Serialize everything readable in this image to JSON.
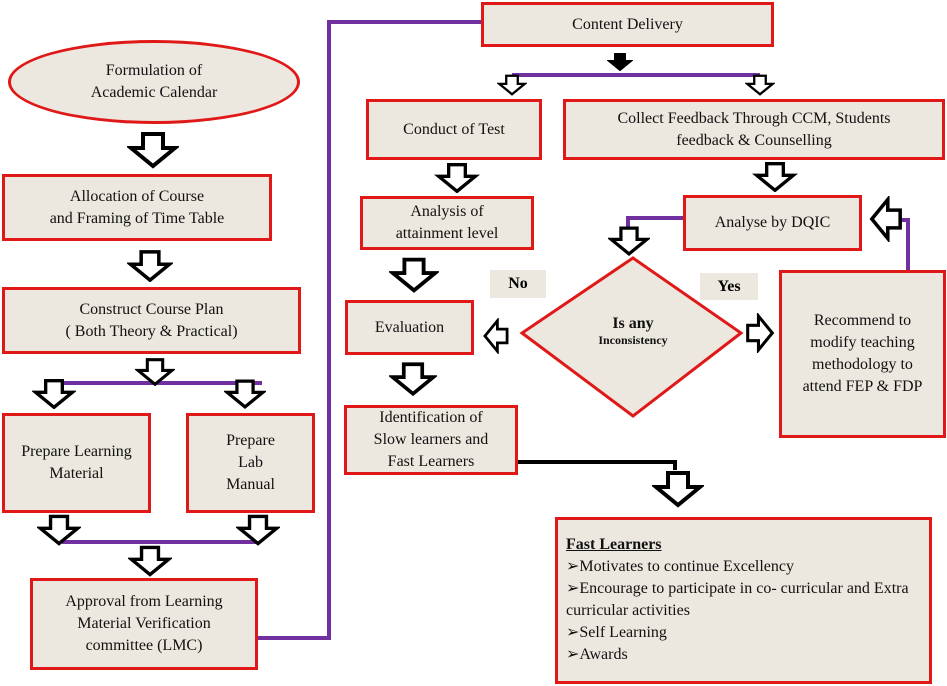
{
  "colors": {
    "box_fill": "#ece8df",
    "box_border": "#e01818",
    "connector": "#7030a0"
  },
  "nodes": {
    "formulation": "Formulation of\nAcademic Calendar",
    "allocation": "Allocation of Course\nand  Framing of Time Table",
    "construct": "Construct Course Plan\n( Both Theory & Practical)",
    "learning_material": "Prepare Learning\nMaterial",
    "lab_manual": "Prepare\nLab\nManual",
    "approval": "Approval from Learning\nMaterial Verification\ncommittee (LMC)",
    "content_delivery": "Content Delivery",
    "conduct_test": "Conduct  of Test",
    "collect_feedback": "Collect Feedback Through  CCM, Students\nfeedback & Counselling",
    "analysis_attainment": "Analysis  of\nattainment  level",
    "analyse_dqic": "Analyse   by DQIC",
    "evaluation": "Evaluation",
    "recommend": "Recommend to\nmodify teaching\nmethodology to\nattend  FEP & FDP",
    "identification": "Identification   of\nSlow learners and\nFast Learners"
  },
  "decision": {
    "line1": "Is  any",
    "line2": "Inconsistency",
    "no_label": "No",
    "yes_label": "Yes"
  },
  "fast_learners": {
    "title": "Fast Learners",
    "items": [
      "Motivates to continue Excellency",
      "Encourage to participate in co- curricular and Extra curricular activities",
      "Self Learning",
      "Awards"
    ]
  }
}
